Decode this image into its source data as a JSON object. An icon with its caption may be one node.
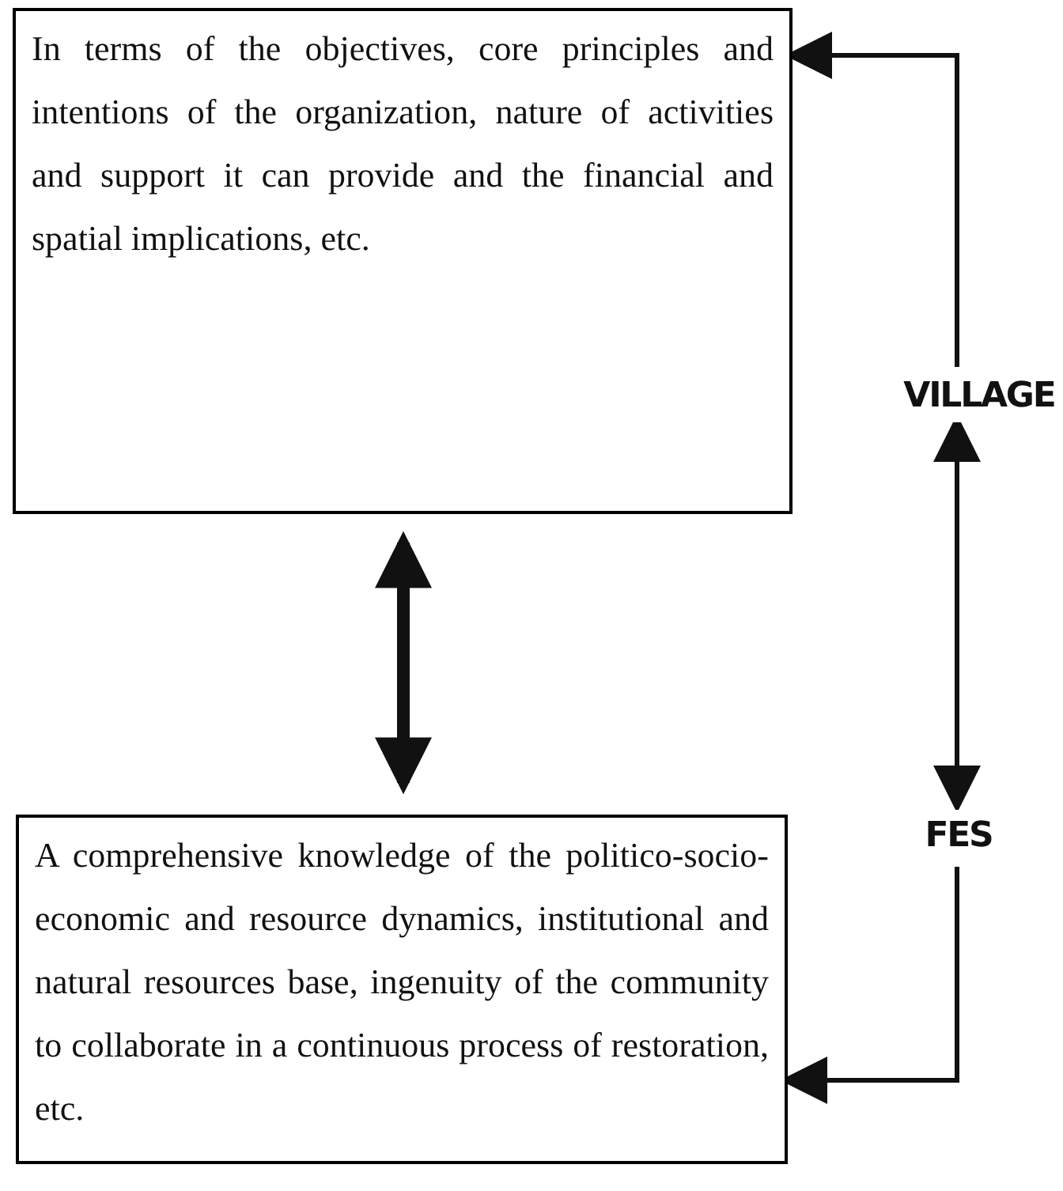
{
  "diagram": {
    "nodes": [
      {
        "text": [
          "In terms of the objectives, core principles and intentions of the organization, nature of activities and support it can provide and the financial and spatial implications, etc."
        ]
      },
      {
        "text": [
          "A comprehensive knowledge of the politico-socio-economic and resource dynamics, institutional and natural resources base, ingenuity of the community to collaborate in a continuous process of restoration, etc."
        ]
      },
      {
        "text": [
          "VILLAGE"
        ]
      },
      {
        "text": [
          "FES"
        ]
      }
    ],
    "edges": [
      {
        "from": 0,
        "to": 1,
        "arrow": "both",
        "style": "thick"
      },
      {
        "from": 2,
        "to": 0,
        "arrow": "to"
      },
      {
        "from": 2,
        "to": 3,
        "arrow": "both"
      },
      {
        "from": 3,
        "to": 1,
        "arrow": "to"
      }
    ]
  }
}
